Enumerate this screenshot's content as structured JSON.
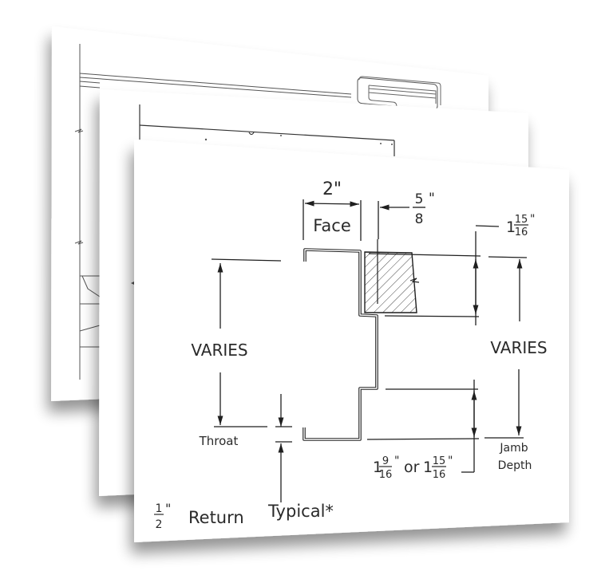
{
  "sheets": {
    "count": 3,
    "back": {
      "description": "partial elevation drawing with window frame"
    },
    "middle": {
      "description": "partial plan drawing"
    },
    "front": {
      "description": "door frame jamb profile detail"
    }
  },
  "drawing": {
    "face_dim": "2\"",
    "face_label": "Face",
    "backbend": {
      "whole": "",
      "num": "5",
      "den": "8",
      "unit": "\""
    },
    "stop_height": {
      "whole": "1",
      "num": "15",
      "den": "16",
      "unit": "\""
    },
    "left_varies": "VARIES",
    "right_varies": "VARIES",
    "throat_label": "Throat",
    "jamb_depth_label_line1": "Jamb",
    "jamb_depth_label_line2": "Depth",
    "soffit": {
      "opt1_whole": "1",
      "opt1_num": "9",
      "opt1_den": "16",
      "or_text": "or",
      "opt2_whole": "1",
      "opt2_num": "15",
      "opt2_den": "16",
      "unit": "\""
    },
    "return_note": {
      "num": "1",
      "den": "2",
      "unit": "\"",
      "text": "Return",
      "suffix": "Typical*"
    }
  },
  "colors": {
    "line": "#1f1f1f",
    "paper": "#ffffff",
    "shadow": "#000000"
  }
}
